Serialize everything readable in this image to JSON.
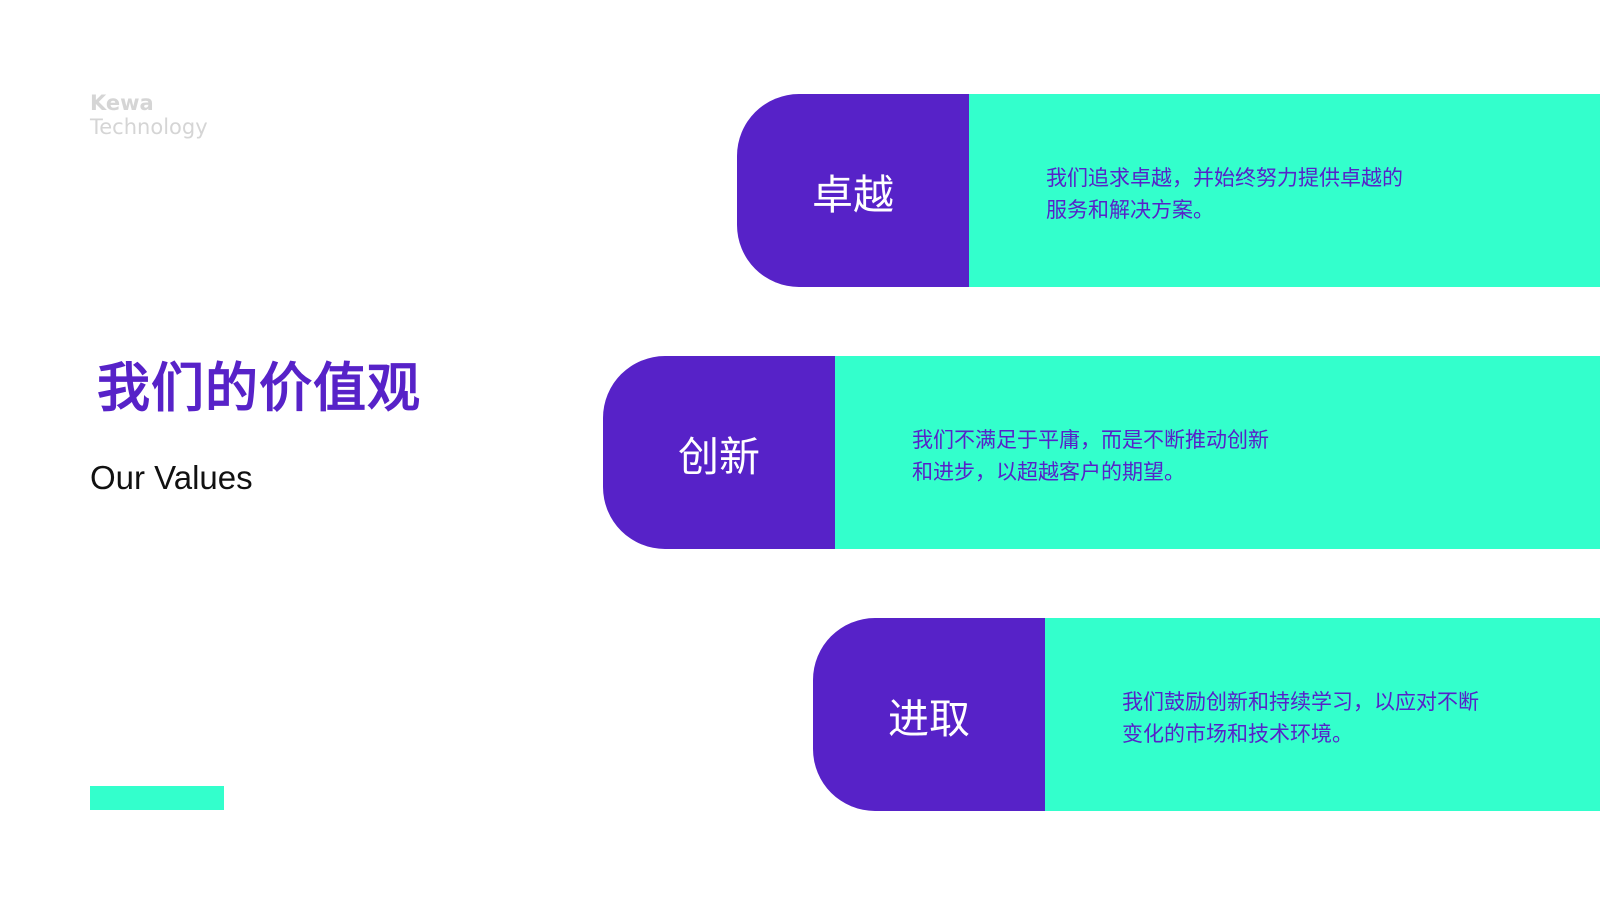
{
  "logo": {
    "brand": "Kewa",
    "sub": "Technology"
  },
  "title": "我们的价值观",
  "subtitle": "Our Values",
  "values": [
    {
      "label": "卓越",
      "description": "我们追求卓越，并始终努力提供卓越的服务和解决方案。"
    },
    {
      "label": "创新",
      "description": "我们不满足于平庸，而是不断推动创新和进步，以超越客户的期望。"
    },
    {
      "label": "进取",
      "description": "我们鼓励创新和持续学习，以应对不断变化的市场和技术环境。"
    }
  ],
  "colors": {
    "purple": "#5722c8",
    "mint": "#33ffcc",
    "logo_gray": "#d5d5d5",
    "text_dark": "#111111",
    "background": "#ffffff"
  }
}
